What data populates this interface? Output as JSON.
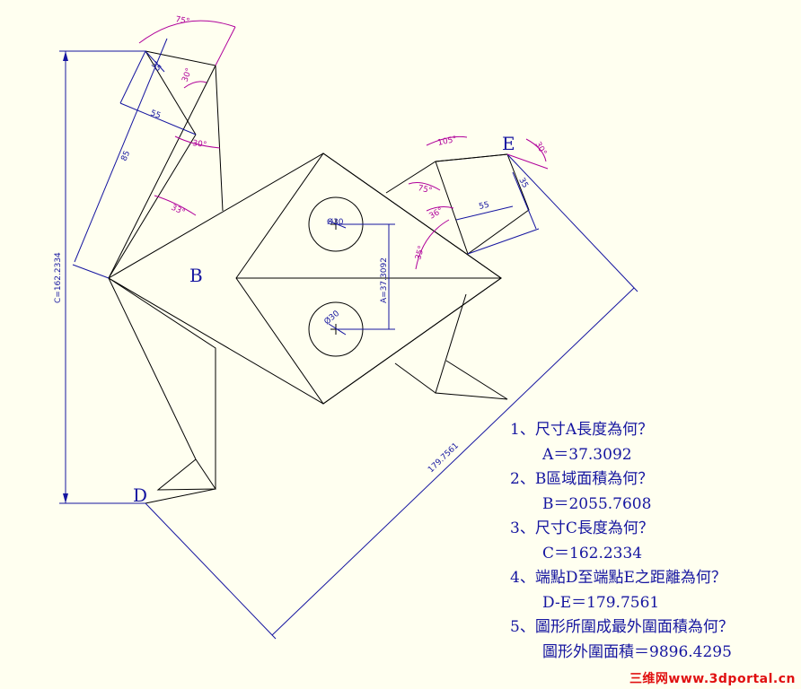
{
  "labels": {
    "b": "B",
    "d": "D",
    "e": "E"
  },
  "dimensions": {
    "c": "C=162.2334",
    "a": "A=37.3092",
    "de": "179.7561",
    "len_85": "85",
    "len_55a": "55",
    "len_35a": "35",
    "len_35b": "35",
    "len_55b": "55",
    "dia_top": "Ø30",
    "dia_bottom": "Ø30"
  },
  "angles": {
    "a75_top": "75°",
    "a30_a": "30°",
    "a30_b": "30°",
    "a33": "33°",
    "a105": "105°",
    "a30_e": "30°",
    "a75_right": "75°",
    "a36": "36°",
    "a35": "35°"
  },
  "questions": [
    {
      "q": "1、尺寸A長度為何？",
      "a": "A＝37.3092"
    },
    {
      "q": "2、B區域面積為何？",
      "a": "B＝2055.7608"
    },
    {
      "q": "3、尺寸C長度為何？",
      "a": "C＝162.2334"
    },
    {
      "q": "4、端點D至端點E之距離為何？",
      "a": "D-E＝179.7561"
    },
    {
      "q": "5、圖形所圍成最外圍面積為何？",
      "a": "圖形外圍面積＝9896.4295"
    }
  ],
  "watermark": "三维网www.3dportal.cn",
  "colors": {
    "background": "#fffff0",
    "outline": "#000000",
    "dimension": "#1515a0",
    "angle": "#b0009a",
    "watermark": "#e01010"
  }
}
